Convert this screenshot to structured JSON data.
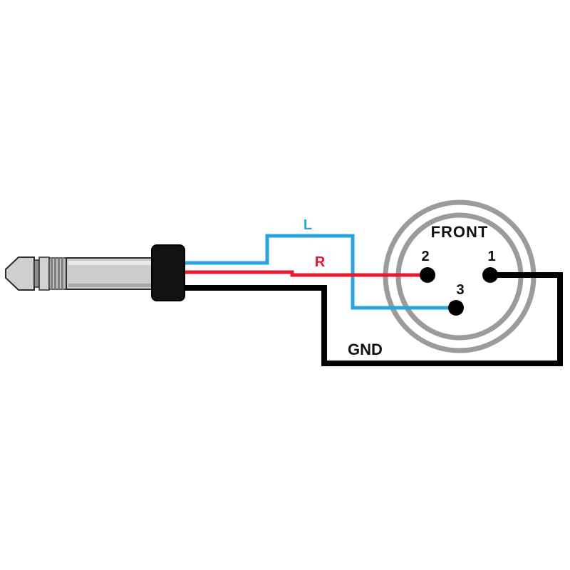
{
  "diagram": {
    "labels": {
      "left_channel": "L",
      "right_channel": "R",
      "ground": "GND",
      "front": "FRONT"
    },
    "pins": {
      "pin1": "1",
      "pin2": "2",
      "pin3": "3"
    },
    "colors": {
      "left_wire": "#2aa4e0",
      "right_wire": "#e8192c",
      "ground_wire": "#000000",
      "connector_ring": "#9b9b9b",
      "pin_fill": "#000000",
      "plug_body": "#cccccc",
      "plug_collar": "#111111"
    }
  }
}
